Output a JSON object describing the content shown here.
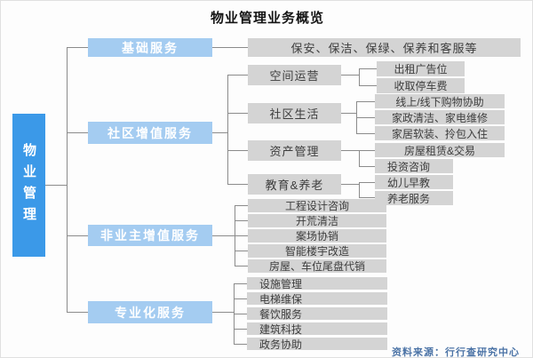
{
  "title": "物业管理业务概览",
  "source": "资料来源：行行查研究中心",
  "root_label": "物业管理",
  "colors": {
    "root_bg": "#3b99e8",
    "level1_bg": "#a4ccf1",
    "leaf_bg": "#d4d4d4",
    "line": "#8b8b8b",
    "title_text": "#141414",
    "leaf_text": "#3d3d3d",
    "source_text": "#4b73a6"
  },
  "branches": [
    {
      "label": "基础服务",
      "leaf": "保安、保洁、保绿、保养和客服等"
    },
    {
      "label": "社区增值服务",
      "groups": [
        {
          "label": "空间运营",
          "leaves": [
            "出租广告位",
            "收取停车费"
          ]
        },
        {
          "label": "社区生活",
          "leaves": [
            "线上/线下购物协助",
            "家政清洁、家电维修",
            "家居软装、拎包入住"
          ]
        },
        {
          "label": "资产管理",
          "leaves": [
            "房屋租赁&交易",
            "投资咨询"
          ]
        },
        {
          "label": "教育&养老",
          "leaves": [
            "幼儿早教",
            "养老服务"
          ]
        }
      ]
    },
    {
      "label": "非业主增值服务",
      "leaves": [
        "工程设计咨询",
        "开荒清洁",
        "案场协销",
        "智能楼宇改造",
        "房屋、车位尾盘代销"
      ]
    },
    {
      "label": "专业化服务",
      "leaves": [
        "设施管理",
        "电梯维保",
        "餐饮服务",
        "建筑科技",
        "政务协助"
      ]
    }
  ]
}
